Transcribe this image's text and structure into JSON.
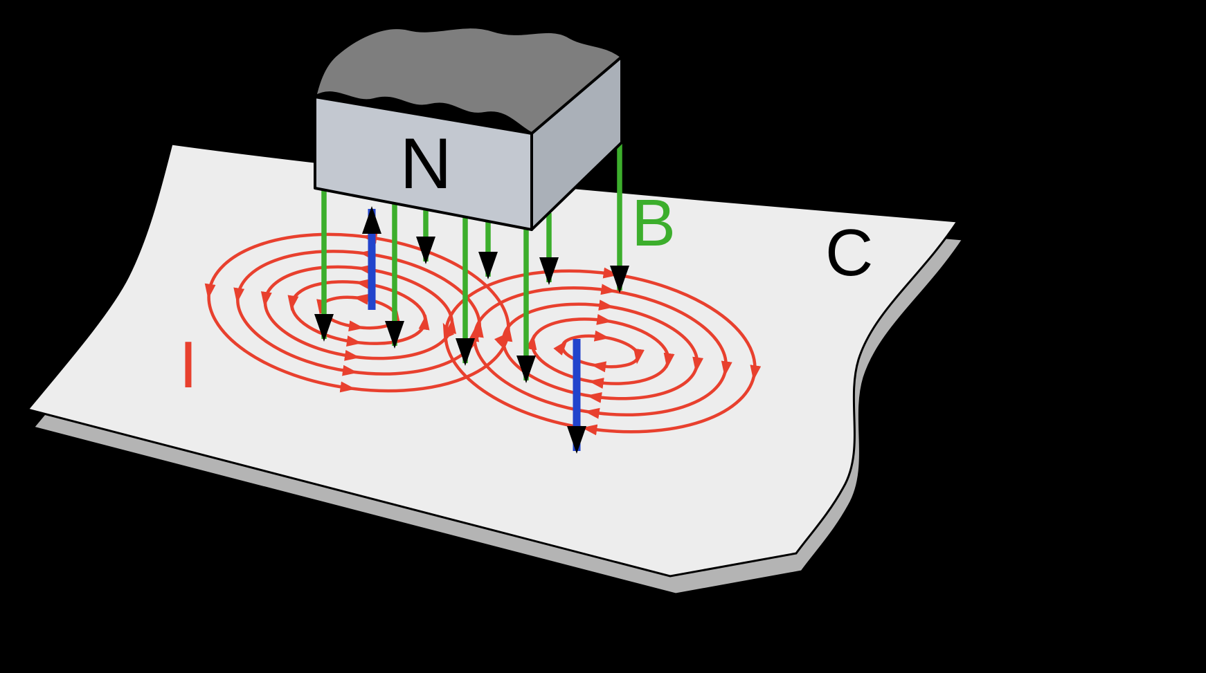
{
  "labels": {
    "magnet_pole": "N",
    "field": "B",
    "sheet": "C",
    "current": "I"
  },
  "colors": {
    "background": "#000000",
    "field_line": "#3cae2c",
    "current_loop": "#e8402e",
    "force_arrow": "#2244cc",
    "sheet_top": "#ededed",
    "sheet_edge": "#b4b4b4",
    "magnet_front": "#c3c8d0",
    "magnet_side": "#aab0b8",
    "magnet_top": "#7e7e7e",
    "outline": "#000000"
  },
  "icons": {
    "black_arrowhead": "down-arrowhead-icon",
    "red_arrowhead": "current-direction-arrowhead-icon"
  }
}
